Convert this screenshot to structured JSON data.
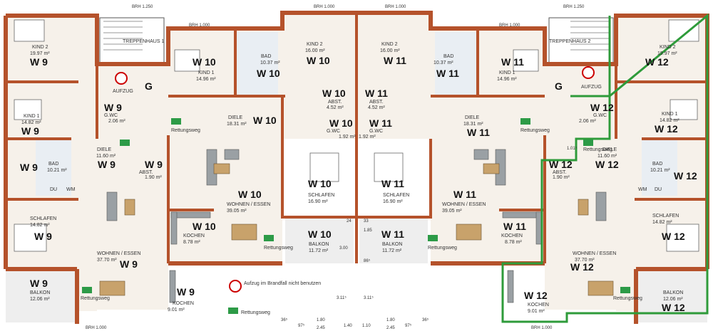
{
  "rooms": {
    "kind2_w9": {
      "name": "KIND 2",
      "area": "19.97 m²",
      "unit": "W 9"
    },
    "treppenhaus1": {
      "name": "TREPPENHAUS 1"
    },
    "aufzug_l": {
      "name": "AUFZUG"
    },
    "g_l": {
      "name": "G"
    },
    "kind1_w9": {
      "name": "KIND 1",
      "area": "14.82 m²",
      "unit": "W 9"
    },
    "gwc_w9": {
      "unit": "W 9",
      "name": "G.WC",
      "area": "2.06 m²"
    },
    "diele_w9": {
      "name": "DIELE",
      "area": "11.60 m²",
      "unit": "W 9"
    },
    "abst_w9": {
      "unit": "W 9",
      "name": "ABST.",
      "area": "1.90 m²"
    },
    "bad_w9": {
      "unit": "W 9",
      "name": "BAD",
      "area": "10.21 m²"
    },
    "du_l": {
      "name": "DU"
    },
    "wm_l": {
      "name": "WM"
    },
    "schlafen_w9": {
      "name": "SCHLAFEN",
      "area": "14.82 m²",
      "unit": "W 9"
    },
    "wohnen_w9": {
      "name": "WOHNEN / ESSEN",
      "area": "37.70 m²",
      "unit": "W 9"
    },
    "balkon_w9": {
      "unit": "W 9",
      "name": "BALKON",
      "area": "12.06 m²"
    },
    "kochen_w9": {
      "unit": "W 9",
      "name": "KOCHEN",
      "area": "9.01 m²"
    },
    "kind1_w10": {
      "unit": "W 10",
      "name": "KIND 1",
      "area": "14.96 m²"
    },
    "bad_w10": {
      "name": "BAD",
      "area": "10.37 m²",
      "unit": "W 10"
    },
    "kind2_w10": {
      "name": "KIND 2",
      "area": "16.00 m²",
      "unit": "W 10"
    },
    "abst_w10": {
      "unit": "W 10",
      "name": "ABST.",
      "area": "4.52 m²"
    },
    "diele_w10": {
      "name": "DIELE",
      "area": "18.31 m²",
      "unit": "W 10"
    },
    "gwc_w10": {
      "unit": "W 10",
      "name": "G.WC",
      "area": "1.92 m²"
    },
    "wohnen_w10": {
      "unit": "W 10",
      "name": "WOHNEN / ESSEN",
      "area": "39.05 m²"
    },
    "schlafen_w10": {
      "unit": "W 10",
      "name": "SCHLAFEN",
      "area": "16.90 m²"
    },
    "kochen_w10": {
      "unit": "W 10",
      "name": "KOCHEN",
      "area": "8.78 m²"
    },
    "balkon_w10": {
      "unit": "W 10",
      "name": "BALKON",
      "area": "11.72 m²"
    },
    "kind2_w11": {
      "name": "KIND 2",
      "area": "16.00 m²",
      "unit": "W 11"
    },
    "bad_w11": {
      "name": "BAD",
      "area": "10.37 m²",
      "unit": "W 11"
    },
    "kind1_w11": {
      "unit": "W 11",
      "name": "KIND 1",
      "area": "14.96 m²"
    },
    "abst_w11": {
      "unit": "W 11",
      "name": "ABST.",
      "area": "4.52 m²"
    },
    "diele_w11": {
      "name": "DIELE",
      "area": "18.31 m²",
      "unit": "W 11"
    },
    "gwc_w11": {
      "unit": "W 11",
      "name": "G.WC",
      "area": "1.92 m²"
    },
    "schlafen_w11": {
      "unit": "W 11",
      "name": "SCHLAFEN",
      "area": "16.90 m²"
    },
    "wohnen_w11": {
      "unit": "W 11",
      "name": "WOHNEN / ESSEN",
      "area": "39.05 m²"
    },
    "balkon_w11": {
      "unit": "W 11",
      "name": "BALKON",
      "area": "11.72 m²"
    },
    "kochen_w11": {
      "unit": "W 11",
      "name": "KOCHEN",
      "area": "8.78 m²"
    },
    "treppenhaus2": {
      "name": "TREPPENHAUS 2"
    },
    "aufzug_r": {
      "name": "AUFZUG"
    },
    "g_r": {
      "name": "G"
    },
    "kind2_w12": {
      "name": "KIND 2",
      "area": "19.97 m²",
      "unit": "W 12"
    },
    "kind1_w12": {
      "name": "KIND 1",
      "area": "14.82 m²",
      "unit": "W 12"
    },
    "gwc_w12": {
      "unit": "W 12",
      "name": "G.WC",
      "area": "2.06 m²"
    },
    "diele_w12": {
      "name": "DIELE",
      "area": "11.60 m²",
      "unit": "W 12"
    },
    "abst_w12": {
      "unit": "W 12",
      "name": "ABST.",
      "area": "1.90 m²"
    },
    "bad_w12": {
      "name": "BAD",
      "area": "10.21 m²",
      "unit": "W 12"
    },
    "wm_r": {
      "name": "WM"
    },
    "du_r": {
      "name": "DU"
    },
    "schlafen_w12": {
      "name": "SCHLAFEN",
      "area": "14.82 m²",
      "unit": "W 12"
    },
    "wohnen_w12": {
      "name": "WOHNEN / ESSEN",
      "area": "37.70 m²",
      "unit": "W 12"
    },
    "kochen_w12": {
      "unit": "W 12",
      "name": "KOCHEN",
      "area": "9.01 m²"
    },
    "balkon_w12": {
      "name": "BALKON",
      "area": "12.06 m²",
      "unit": "W 12"
    }
  },
  "dimensions": {
    "brh_1250": "BRH 1.250",
    "brh_1000": "BRH 1.000",
    "d_365": "36⁵",
    "d_975": "97⁵",
    "d_180": "1.80",
    "d_245": "2.45",
    "d_140": "1.40",
    "d_110": "1.10",
    "d_311": "3.11⁵",
    "d_300": "3.00",
    "d_185": "1.85",
    "d_86": "86⁵",
    "d_33": "33",
    "d_24": "24",
    "d_101": "1.01⁵"
  },
  "legend": {
    "elevator_note": "Aufzug im Brandfall nicht benutzen",
    "escape_route": "Rettungsweg"
  },
  "colors": {
    "wall": "#b5522b",
    "highlight": "#2e9b3a",
    "exit_sign": "#2d9b47"
  }
}
